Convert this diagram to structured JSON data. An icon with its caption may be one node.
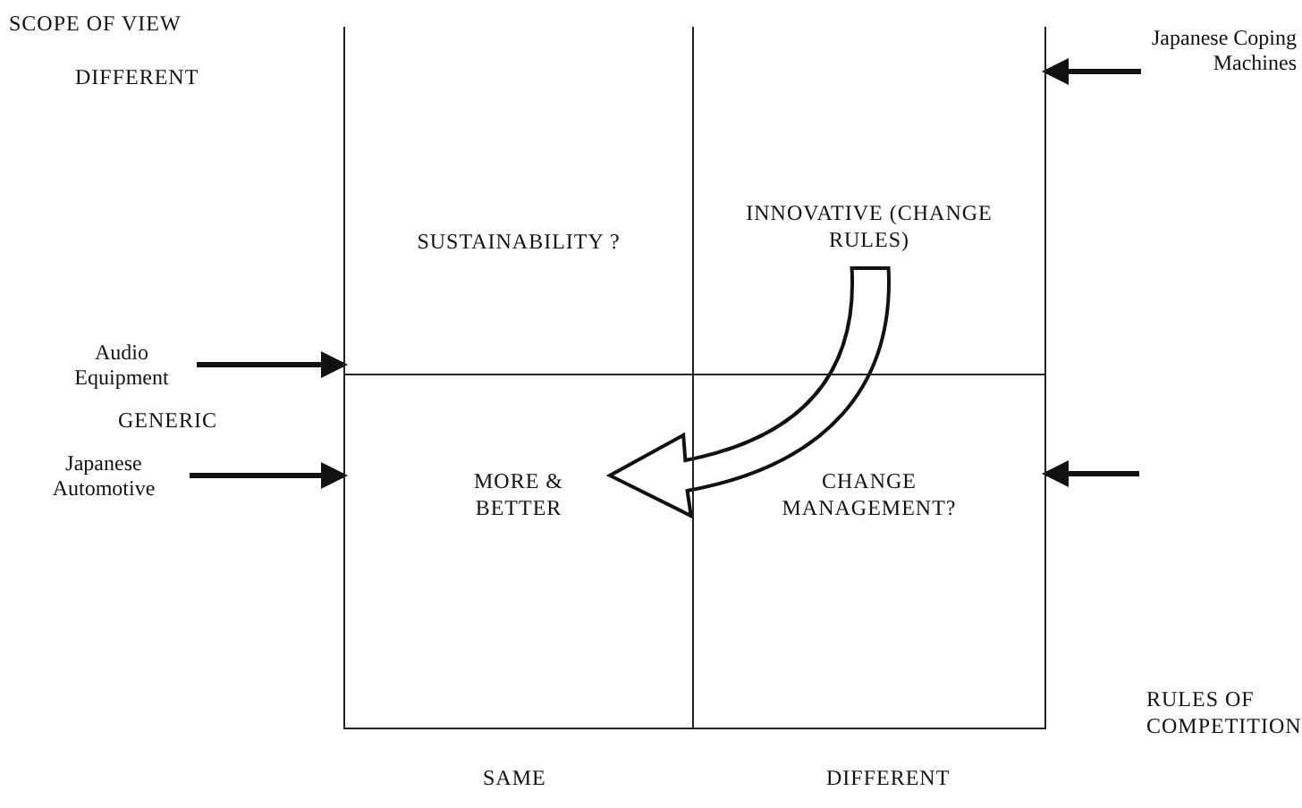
{
  "diagram": {
    "nodes": [
      {
        "text": [
          "SUSTAINABILITY ?"
        ]
      },
      {
        "text": [
          "INNOVATIVE (CHANGE RULES)"
        ]
      },
      {
        "text": [
          "MORE & BETTER"
        ]
      },
      {
        "text": [
          "CHANGE MANAGEMENT?"
        ]
      },
      {
        "text": [
          "Audio Equipment"
        ]
      },
      {
        "text": [
          "Japanese Coping Machines"
        ]
      },
      {
        "text": [
          "Japanese Automotive"
        ]
      }
    ],
    "edges": [
      {
        "from": 4,
        "to": 0,
        "arrow": "to"
      },
      {
        "from": 5,
        "to": 1,
        "arrow": "to"
      },
      {
        "from": 6,
        "to": 2,
        "arrow": "to"
      },
      {
        "from": null,
        "to": 3,
        "arrow": "to"
      },
      {
        "from": 1,
        "to": 2,
        "arrow": "to",
        "style": "thick"
      }
    ],
    "labels": [
      "SCOPE OF VIEW",
      "DIFFERENT",
      "GENERIC",
      "RULES OF COMPETITION",
      "SAME",
      "DIFFERENT"
    ]
  }
}
